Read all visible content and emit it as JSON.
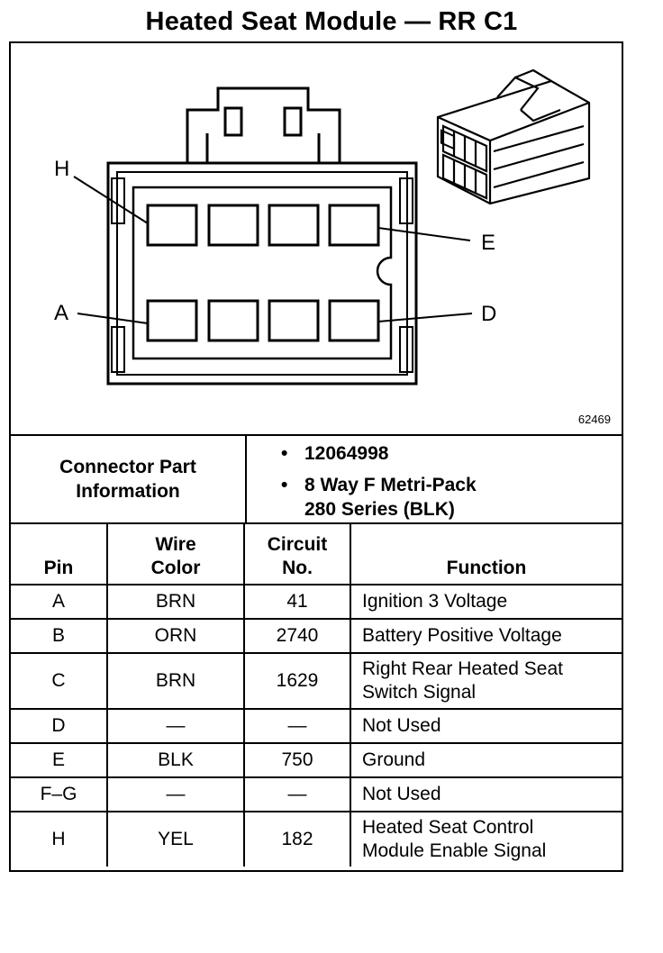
{
  "title": "Heated Seat Module — RR C1",
  "diagram": {
    "pin_labels": {
      "h": "H",
      "e": "E",
      "a": "A",
      "d": "D"
    },
    "figure_number": "62469"
  },
  "connector_info": {
    "heading_line1": "Connector Part",
    "heading_line2": "Information",
    "bullet": "•",
    "part_number": "12064998",
    "description_line1": "8 Way F Metri-Pack",
    "description_line2": "280 Series (BLK)"
  },
  "table": {
    "headers": {
      "pin": "Pin",
      "wire_color_line1": "Wire",
      "wire_color_line2": "Color",
      "circuit_line1": "Circuit",
      "circuit_line2": "No.",
      "function": "Function"
    },
    "rows": [
      {
        "pin": "A",
        "color": "BRN",
        "circuit": "41",
        "function": "Ignition 3 Voltage",
        "function2": ""
      },
      {
        "pin": "B",
        "color": "ORN",
        "circuit": "2740",
        "function": "Battery Positive Voltage",
        "function2": ""
      },
      {
        "pin": "C",
        "color": "BRN",
        "circuit": "1629",
        "function": "Right Rear Heated Seat",
        "function2": "Switch Signal"
      },
      {
        "pin": "D",
        "color": "—",
        "circuit": "—",
        "function": "Not Used",
        "function2": ""
      },
      {
        "pin": "E",
        "color": "BLK",
        "circuit": "750",
        "function": "Ground",
        "function2": ""
      },
      {
        "pin": "F–G",
        "color": "—",
        "circuit": "—",
        "function": "Not Used",
        "function2": ""
      },
      {
        "pin": "H",
        "color": "YEL",
        "circuit": "182",
        "function": "Heated Seat Control",
        "function2": "Module Enable Signal"
      }
    ]
  }
}
